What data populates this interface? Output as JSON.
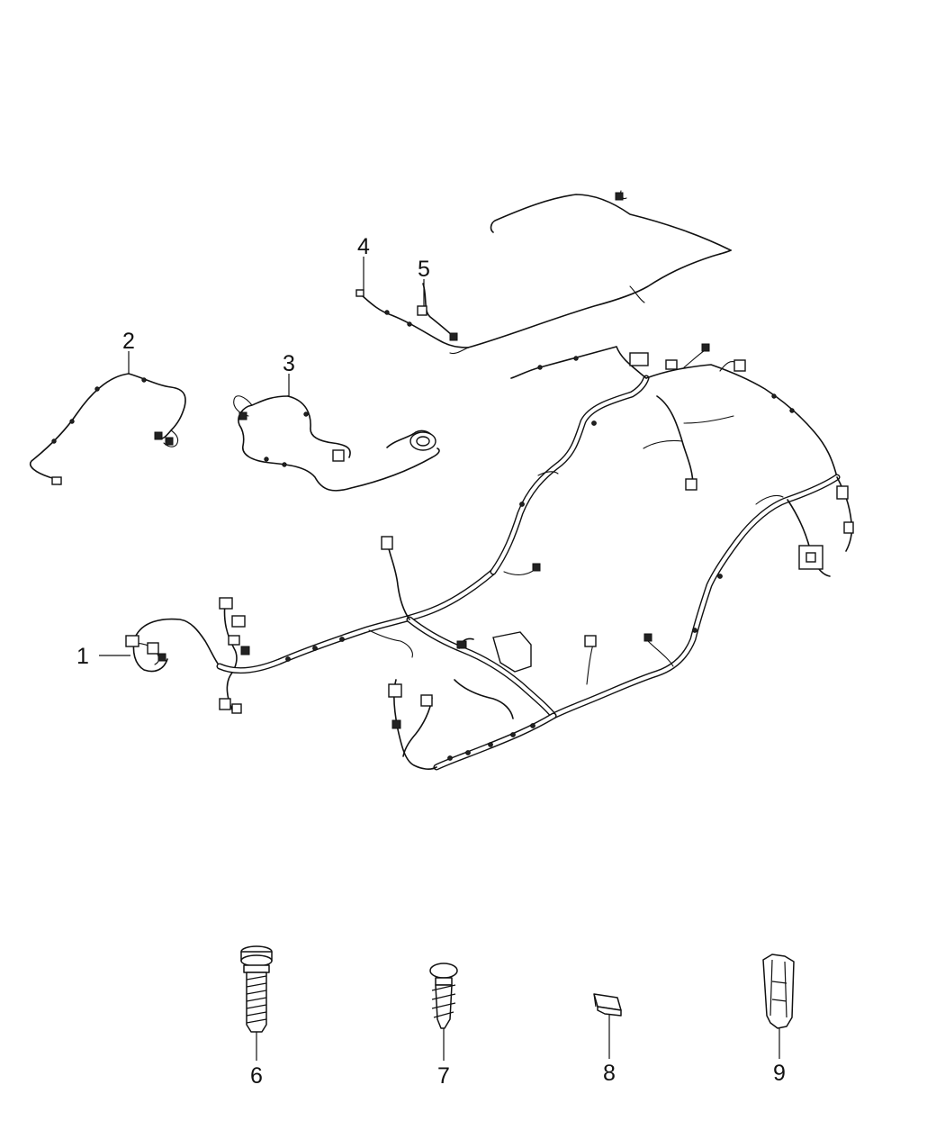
{
  "callouts": [
    {
      "id": "1",
      "label": "1"
    },
    {
      "id": "2",
      "label": "2"
    },
    {
      "id": "3",
      "label": "3"
    },
    {
      "id": "4",
      "label": "4"
    },
    {
      "id": "5",
      "label": "5"
    },
    {
      "id": "6",
      "label": "6"
    },
    {
      "id": "7",
      "label": "7"
    },
    {
      "id": "8",
      "label": "8"
    },
    {
      "id": "9",
      "label": "9"
    }
  ],
  "colors": {
    "line": "#111111",
    "background": "#ffffff"
  }
}
